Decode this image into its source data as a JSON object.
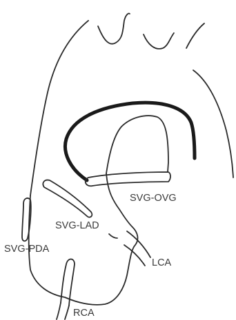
{
  "labels": {
    "svg_ovg": "SVG-OVG",
    "svg_lad": "SVG-LAD",
    "svg_pda": "SVG-PDA",
    "lca": "LCA",
    "rca": "RCA"
  },
  "colors": {
    "line": "#2a2a2a",
    "bold_graft": "#1a1a1a",
    "text": "#3a3a3a",
    "background": "#ffffff"
  }
}
